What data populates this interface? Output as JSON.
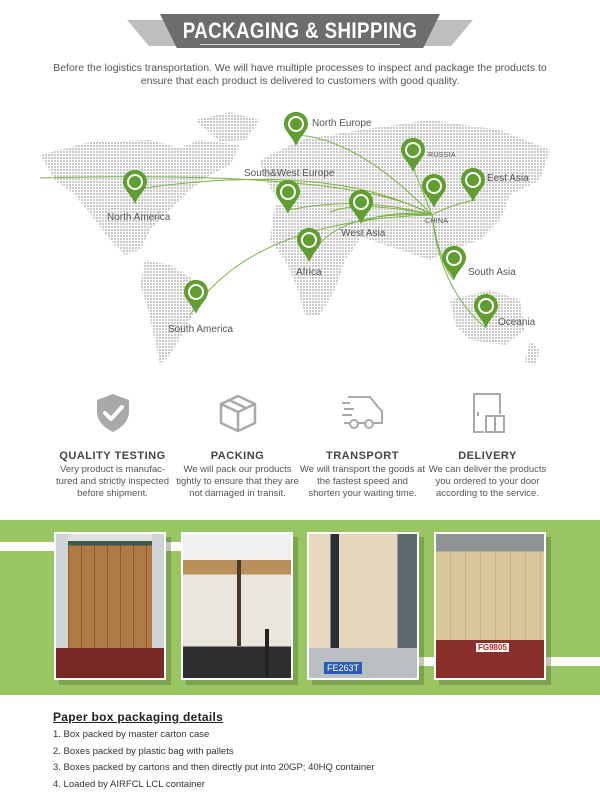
{
  "header": {
    "title": "PACKAGING & SHIPPING",
    "intro": "Before the logistics transportation. We will have multiple processes to inspect and package the products to ensure that each product is delivered to customers with good quality."
  },
  "map": {
    "hub": "CHINA",
    "pin_color": "#5f9e2f",
    "route_color": "#7cb342",
    "regions": [
      {
        "label": "North Europe"
      },
      {
        "label": "RUSSIA"
      },
      {
        "label": "South&West Europe"
      },
      {
        "label": "Eest Asia"
      },
      {
        "label": "North America"
      },
      {
        "label": "CHINA"
      },
      {
        "label": "West Asia"
      },
      {
        "label": "Africa"
      },
      {
        "label": "South Asia"
      },
      {
        "label": "South America"
      },
      {
        "label": "Oceania"
      }
    ]
  },
  "features": [
    {
      "icon": "shield-check-icon",
      "title": "QUALITY TESTING",
      "desc": "Very product is manufac-tured and strictly inspected before shipment."
    },
    {
      "icon": "box-icon",
      "title": "PACKING",
      "desc": "We will pack our products tightly to ensure that they are not damaged in transit."
    },
    {
      "icon": "truck-icon",
      "title": "TRANSPORT",
      "desc": "We will transport the goods at the fastest speed and shorten your waiting time."
    },
    {
      "icon": "door-package-icon",
      "title": "DELIVERY",
      "desc": "We can deliver the products you ordered to your door according to the service."
    }
  ],
  "photos": [
    {
      "alt": "container loaded with cartons",
      "plate": ""
    },
    {
      "alt": "pallets inside container with pallet jack",
      "plate": ""
    },
    {
      "alt": "wrapped pallets in container",
      "plate": "FE263T"
    },
    {
      "alt": "container loaded with boxes",
      "plate": "FG9805"
    }
  ],
  "details": {
    "title": "Paper box packaging details",
    "items": [
      "1. Box packed by master carton case",
      "2. Boxes packed by plastic bag with pallets",
      "3. Boxes packed by cartons and then directly put into 20GP; 40HQ container",
      "4. Loaded by AIRFCL LCL container"
    ]
  },
  "colors": {
    "band_green": "#9ac563",
    "banner_gray": "#6d6d6d"
  }
}
